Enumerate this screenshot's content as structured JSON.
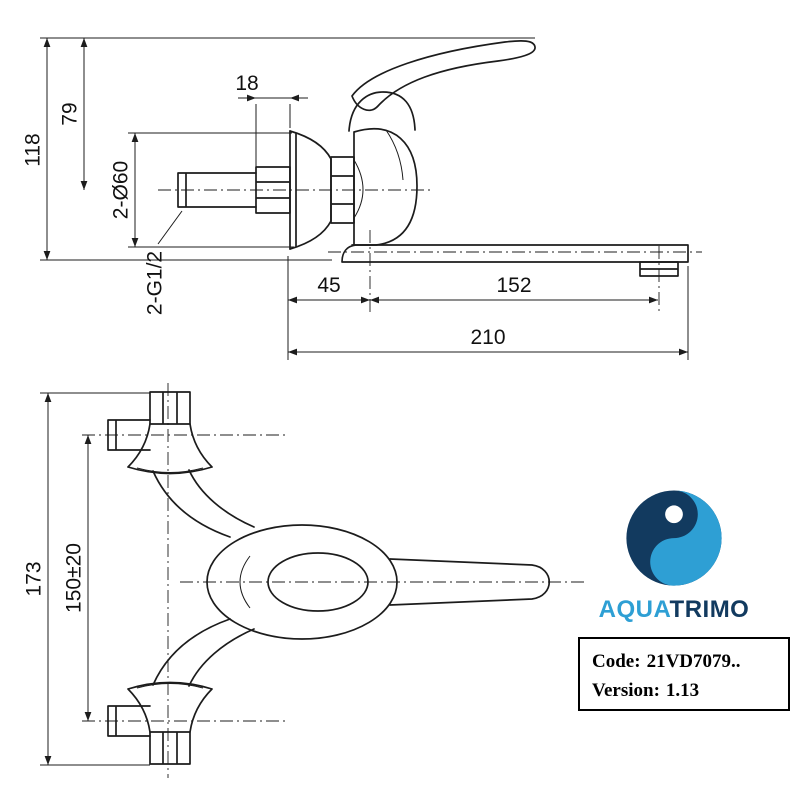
{
  "side_view": {
    "dims": {
      "height_total": "118",
      "height_handle": "79",
      "wall_offset": "18",
      "escutcheon_diameter": "2-Ø60",
      "thread": "2-G1/2",
      "spout_offset": "45",
      "spout_reach": "152",
      "total_reach": "210"
    }
  },
  "front_view": {
    "dims": {
      "overall_height": "173",
      "inlet_spacing": "150±20"
    }
  },
  "logo": {
    "text_primary": "AQUA",
    "text_secondary": "TRIMO",
    "color_light": "#2E9FD4",
    "color_dark": "#123A5F"
  },
  "info_box": {
    "code_label": "Code:",
    "code_value": "21VD7079..",
    "version_label": "Version:",
    "version_value": "1.13"
  }
}
